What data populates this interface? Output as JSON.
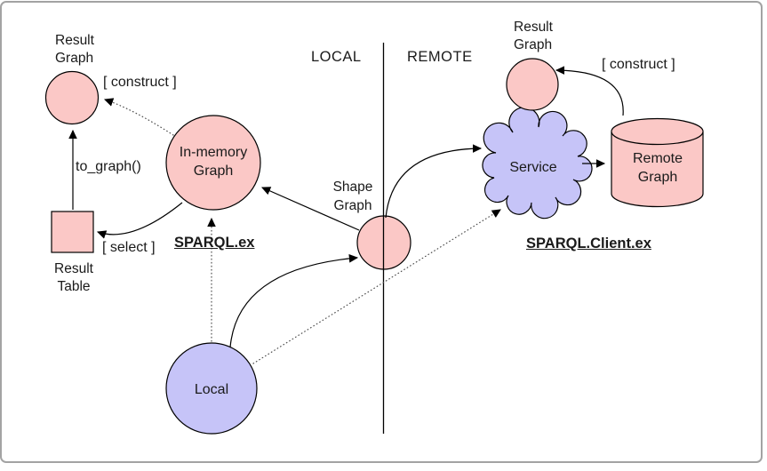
{
  "regions": {
    "local": "LOCAL",
    "remote": "REMOTE"
  },
  "nodes": {
    "result_graph_local": {
      "line1": "Result",
      "line2": "Graph"
    },
    "in_memory_graph": {
      "line1": "In-memory",
      "line2": "Graph"
    },
    "result_table": {
      "line1": "Result",
      "line2": "Table"
    },
    "shape_graph": {
      "line1": "Shape",
      "line2": "Graph"
    },
    "local_node": {
      "label": "Local"
    },
    "service": {
      "label": "Service"
    },
    "remote_graph": {
      "line1": "Remote",
      "line2": "Graph"
    },
    "result_graph_remote": {
      "line1": "Result",
      "line2": "Graph"
    }
  },
  "edges": {
    "construct_local": "[ construct ]",
    "to_graph": "to_graph()",
    "select": "[ select ]",
    "construct_remote": "[ construct ]"
  },
  "modules": {
    "sparql_ex": "SPARQL.ex",
    "sparql_client_ex": "SPARQL.Client.ex"
  },
  "colors": {
    "node_pink": "#fbc8c6",
    "node_blue": "#c6c4f8",
    "outline": "#000000",
    "frame_border": "#a3a3a3",
    "dotted_line": "#4d4d4d"
  }
}
